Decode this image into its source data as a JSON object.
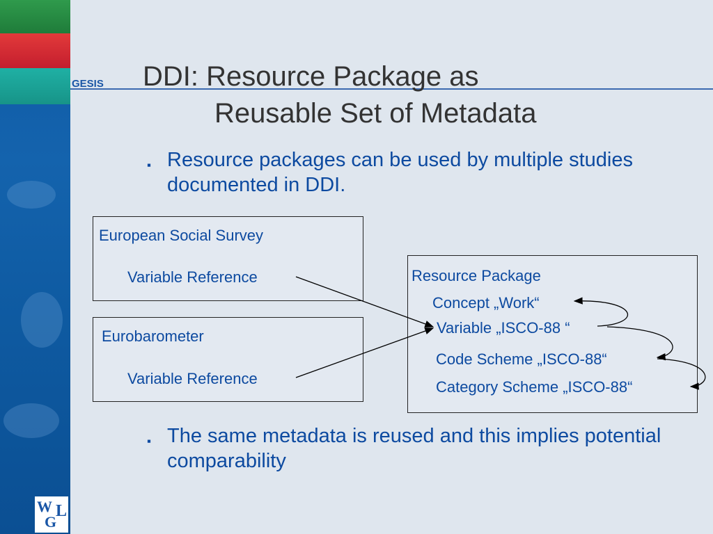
{
  "logo": {
    "name": "GESIS",
    "mark": "WGL"
  },
  "title": {
    "line1": "DDI: Resource Package as",
    "line2": "Reusable Set of Metadata"
  },
  "bullets": [
    {
      "marker": "▪",
      "text": "Resource packages can be used by multiple studies documented in DDI."
    },
    {
      "marker": "▪",
      "text": "The same metadata is reused and this implies potential comparability"
    }
  ],
  "diagram": {
    "ess": {
      "title": "European Social Survey",
      "ref": "Variable Reference"
    },
    "eb": {
      "title": "Eurobarometer",
      "ref": "Variable Reference"
    },
    "package": {
      "title": "Resource Package",
      "concept": "Concept „Work“",
      "variable": "Variable „ISCO-88 “",
      "code_scheme": "Code Scheme „ISCO-88“",
      "category_scheme": "Category Scheme „ISCO-88“"
    }
  },
  "colors": {
    "text_blue": "#0d4aa0",
    "title_gray": "#333333",
    "background": "#dfe6ee"
  }
}
